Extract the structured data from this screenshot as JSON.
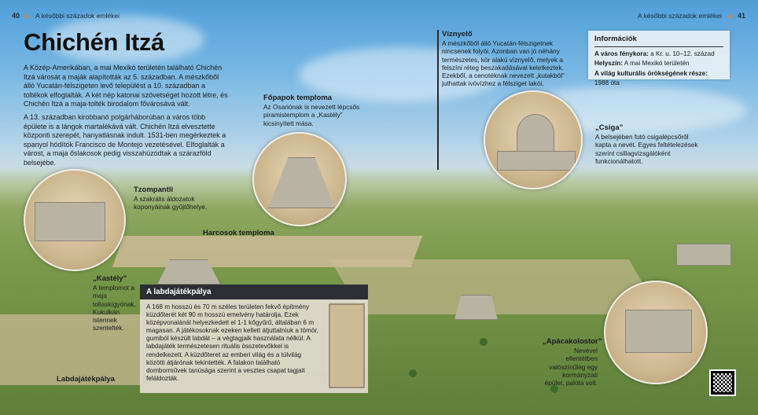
{
  "header_left": {
    "page": "40",
    "section": "A későbbi századok emlékei"
  },
  "header_right": {
    "page": "41",
    "section": "A későbbi századok emlékei"
  },
  "title": "Chichén Itzá",
  "intro": [
    "A Közép-Amerikában, a mai Mexikó területén található Chichén Itzá városát a maják alapították az 5. században. A mészkőből álló Yucatán-félszigeten levő települést a 10. században a toltékok elfoglalták. A két nép katonai szövetséget hozott létre, és Chichén Itzá a maja-tolték birodalom fővárosává vált.",
    "A 13. században kirobbanó polgárháborúban a város több épülete is a lángok martalékává vált. Chichén Itzá elvesztette központi szerepét, hanyatlásnak indult. 1531-ben megérkeztek a spanyol hódítók Francisco de Montejo vezetésével. Elfoglalták a várost, a maja őslakosok pedig visszahúzódtak a szárazföld belsejébe."
  ],
  "viznyelo": {
    "title": "Víznyelő",
    "text": "A mészkőből álló Yucatán-félszigetnek nincsenek folyói. Azonban van jó néhány természetes, kör alakú víznyelő, melyek a felszíni réteg beszakadásával keletkeztek. Ezekből, a cenotéknak nevezett „kutakból” juthattak ivóvízhez a félsziget lakói."
  },
  "info": {
    "title": "Információk",
    "rows": [
      {
        "k": "A város fénykora:",
        "v": "a Kr. u. 10–12. század"
      },
      {
        "k": "Helyszín:",
        "v": "A mai Mexikó területén"
      },
      {
        "k": "A világ kulturális örökségének része:",
        "v": "1988 óta"
      }
    ]
  },
  "labels": {
    "fopapok": {
      "title": "Főpapok temploma",
      "text": "Az Osariónak is nevezett lépcsős piramistemplom a „Kastély” kicsinyített mása."
    },
    "csiga": {
      "title": "„Csiga”",
      "text": "A belsejében futó csigalépcsőről kapta a nevét. Egyes feltételezések szerint csillagvizsgálóként funkcionálhatott."
    },
    "tzompantli": {
      "title": "Tzompantli",
      "text": "A szakrális áldozatok koponyáinak gyűjtőhelye."
    },
    "harcosok": {
      "title": "Harcosok temploma"
    },
    "kastely": {
      "title": "„Kastély”",
      "text": "A templomot a maja tollaskígyónak, Kukulkán istennek szentelték."
    },
    "labdajatekpalya": {
      "title": "Labdajátékpálya"
    },
    "apaca": {
      "title": "„Apácakolostor”",
      "text": "Nevével ellentétben valószínűleg egy kormányzati épület, palota volt."
    }
  },
  "ballcourt_box": {
    "title": "A labdajátékpálya",
    "text": "A 168 m hosszú és 70 m széles területen fekvő építmény küzdőterét két 90 m hosszú emelvény határolja. Ezek középvonalánál helyezkedett el 1-1 kőgyűrű, általában 6 m magasan. A játékosoknak ezeken kellett átjuttatniuk a tömör, gumiból készült labdát – a végtagjaik használata nélkül. A labdajáték természetesen rituális összetevőkkel is rendelkezett. A küzdőteret az emberi világ és a túlvilág közötti átjárónak tekintették. A falakon található domborművek tanúsága szerint a vesztes csapat tagjait feláldozták."
  },
  "icons": {
    "arrow": "triangle-arrow-icon",
    "qr": "qr-code-icon"
  },
  "colors": {
    "header_bar": "#2d2e33",
    "arrow": "#c98a5a"
  }
}
